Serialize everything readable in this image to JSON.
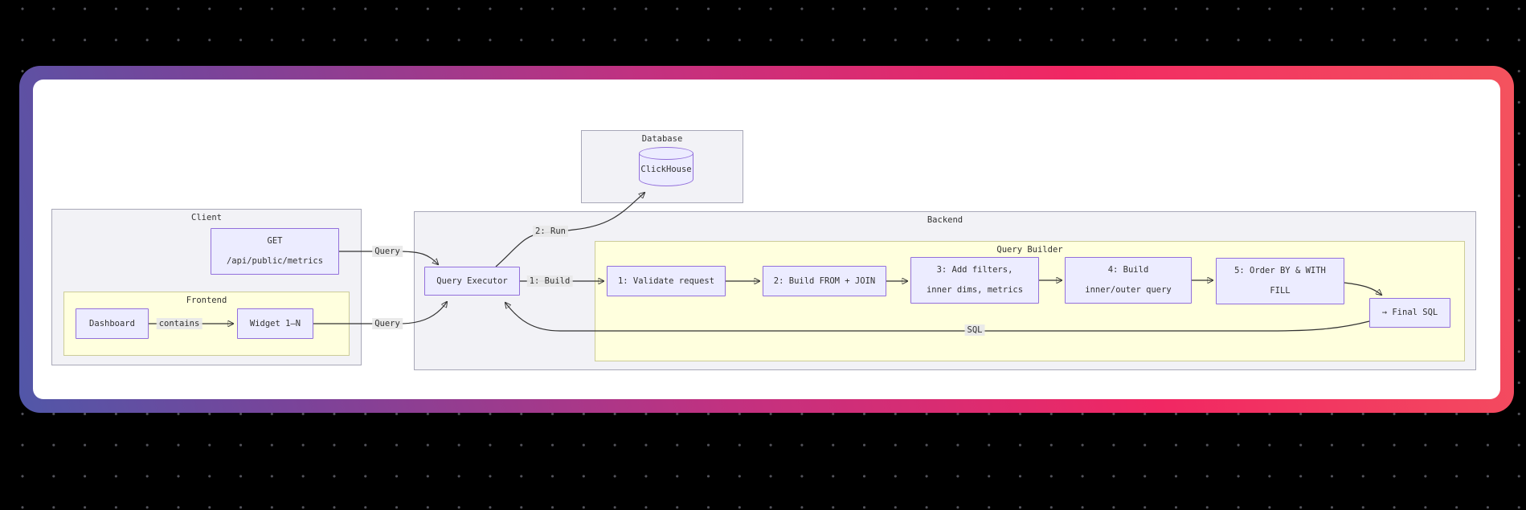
{
  "canvas": {
    "background_color": "#000000",
    "dot_color": "#53535b"
  },
  "card": {
    "gradient_colors": [
      "#5157a8",
      "#7b4399",
      "#c23180",
      "#f12763",
      "#f4535e"
    ],
    "surface_color": "#ffffff"
  },
  "diagram": {
    "colors": {
      "node_fill": "#ECECFF",
      "node_border": "#9370DB",
      "cluster_gray_fill": "#f2f2f6",
      "cluster_yellow_fill": "#ffffde",
      "edge_color": "#333333",
      "edge_label_bg": "#e8e8e8"
    },
    "clusters": {
      "database": {
        "label": "Database"
      },
      "client": {
        "label": "Client"
      },
      "frontend": {
        "label": "Frontend"
      },
      "backend": {
        "label": "Backend"
      },
      "query_builder": {
        "label": "Query Builder"
      }
    },
    "nodes": {
      "clickhouse": {
        "label": "ClickHouse"
      },
      "get": {
        "line1": "GET",
        "line2": "/api/public/metrics"
      },
      "dashboard": {
        "label": "Dashboard"
      },
      "widget": {
        "label": "Widget 1–N"
      },
      "query_executor": {
        "label": "Query Executor"
      },
      "step1": {
        "label": "1: Validate request"
      },
      "step2": {
        "label": "2: Build FROM + JOIN"
      },
      "step3": {
        "line1": "3: Add filters,",
        "line2": "inner dims, metrics"
      },
      "step4": {
        "line1": "4: Build",
        "line2": "inner/outer query"
      },
      "step5": {
        "line1": "5: Order BY & WITH",
        "line2": "FILL"
      },
      "final_sql": {
        "label": "→ Final SQL"
      }
    },
    "edge_labels": {
      "query_from_get": "Query",
      "query_from_widget": "Query",
      "contains": "contains",
      "build": "1: Build",
      "run": "2: Run",
      "sql": "SQL"
    }
  }
}
